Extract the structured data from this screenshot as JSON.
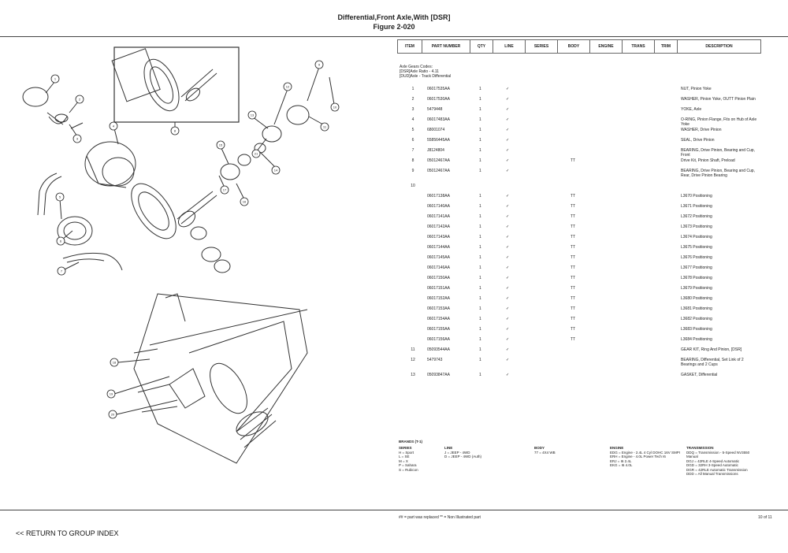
{
  "header": {
    "title_line1": "Differential,Front Axle,With [DSR]",
    "title_line2": "Figure 2-020"
  },
  "table": {
    "columns": [
      "ITEM",
      "PART NUMBER",
      "QTY",
      "LINE",
      "SERIES",
      "BODY",
      "ENGINE",
      "TRANS",
      "TRIM",
      "DESCRIPTION"
    ],
    "intro": [
      "Axle Gears Codes:",
      "[DSR]Axle Ratio - 4.11",
      "[DUD]Axle - Track Differential"
    ],
    "rows": [
      {
        "item": "1",
        "pn": "06017535AA",
        "qty": "1",
        "line": "✓",
        "body": "",
        "desc": "NUT, Pinion Yoke"
      },
      {
        "item": "2",
        "pn": "06017530AA",
        "qty": "1",
        "line": "✓",
        "body": "",
        "desc": "WASHER, Pinion Yoke, OUTT Pinion Plain"
      },
      {
        "item": "3",
        "pn": "5479448",
        "qty": "1",
        "line": "✓",
        "body": "",
        "desc": "YOKE, Axle"
      },
      {
        "item": "4",
        "pn": "06017483AA",
        "qty": "1",
        "line": "✓",
        "body": "",
        "desc": "O-RING, Pinion Flange, Fits on Hub of Axle Yoke"
      },
      {
        "item": "5",
        "pn": "68001074",
        "qty": "1",
        "line": "✓",
        "body": "",
        "desc": "WASHER, Drive Pinion"
      },
      {
        "item": "6",
        "pn": "55856445AA",
        "qty": "1",
        "line": "✓",
        "body": "",
        "desc": "SEAL, Drive Pinion"
      },
      {
        "item": "7",
        "pn": "J8124804",
        "qty": "1",
        "line": "✓",
        "body": "",
        "desc": "BEARING, Drive Pinion, Bearing and Cup, Front"
      },
      {
        "item": "8",
        "pn": "05012467AA",
        "qty": "1",
        "line": "✓",
        "body": "TT",
        "desc": "Drive Kit, Pinion Shaft, Preload"
      },
      {
        "item": "9",
        "pn": "05012467AA",
        "qty": "1",
        "line": "✓",
        "body": "",
        "desc": "BEARING, Drive Pinion, Bearing and Cup, Rear, Drive Pinion Bearing"
      },
      {
        "item": "10",
        "pn": "",
        "qty": "",
        "line": "",
        "body": "",
        "desc": ""
      },
      {
        "item": "",
        "pn": "06017138AA",
        "qty": "1",
        "line": "✓",
        "body": "TT",
        "desc": "L3670 Positioning"
      },
      {
        "item": "",
        "pn": "06017140AA",
        "qty": "1",
        "line": "✓",
        "body": "TT",
        "desc": "L3671 Positioning"
      },
      {
        "item": "",
        "pn": "06017141AA",
        "qty": "1",
        "line": "✓",
        "body": "TT",
        "desc": "L3672 Positioning"
      },
      {
        "item": "",
        "pn": "06017142AA",
        "qty": "1",
        "line": "✓",
        "body": "TT",
        "desc": "L3673 Positioning"
      },
      {
        "item": "",
        "pn": "06017143AA",
        "qty": "1",
        "line": "✓",
        "body": "TT",
        "desc": "L3674 Positioning"
      },
      {
        "item": "",
        "pn": "06017144AA",
        "qty": "1",
        "line": "✓",
        "body": "TT",
        "desc": "L3675 Positioning"
      },
      {
        "item": "",
        "pn": "06017145AA",
        "qty": "1",
        "line": "✓",
        "body": "TT",
        "desc": "L3676 Positioning"
      },
      {
        "item": "",
        "pn": "06017146AA",
        "qty": "1",
        "line": "✓",
        "body": "TT",
        "desc": "L3677 Positioning"
      },
      {
        "item": "",
        "pn": "06017150AA",
        "qty": "1",
        "line": "✓",
        "body": "TT",
        "desc": "L3678 Positioning"
      },
      {
        "item": "",
        "pn": "06017151AA",
        "qty": "1",
        "line": "✓",
        "body": "TT",
        "desc": "L3679 Positioning"
      },
      {
        "item": "",
        "pn": "06017152AA",
        "qty": "1",
        "line": "✓",
        "body": "TT",
        "desc": "L3680 Positioning"
      },
      {
        "item": "",
        "pn": "06017153AA",
        "qty": "1",
        "line": "✓",
        "body": "TT",
        "desc": "L3681 Positioning"
      },
      {
        "item": "",
        "pn": "06017154AA",
        "qty": "1",
        "line": "✓",
        "body": "TT",
        "desc": "L3682 Positioning"
      },
      {
        "item": "",
        "pn": "06017155AA",
        "qty": "1",
        "line": "✓",
        "body": "TT",
        "desc": "L3683 Positioning"
      },
      {
        "item": "",
        "pn": "06017156AA",
        "qty": "1",
        "line": "✓",
        "body": "TT",
        "desc": "L3684 Positioning"
      },
      {
        "item": "11",
        "pn": "05093544AA",
        "qty": "1",
        "line": "✓",
        "body": "",
        "desc": "GEAR KIT, Ring And Pinion, [DSR]"
      },
      {
        "item": "12",
        "pn": "5479743",
        "qty": "1",
        "line": "✓",
        "body": "",
        "desc": "BEARING, Differential, Set Link of 2 Bearings and 2 Cups"
      },
      {
        "item": "13",
        "pn": "05093847AA",
        "qty": "1",
        "line": "✓",
        "body": "",
        "desc": "GASKET, Differential"
      }
    ]
  },
  "legend": {
    "header": "BRANDS (T-1)",
    "series": {
      "h": "SERIES",
      "lines": [
        "H = Sport",
        "L = SE",
        "M = X",
        "P = Sahara",
        "S = Rubicon"
      ]
    },
    "line": {
      "h": "LINE",
      "lines": [
        "J = JEEP - 4WD",
        "D = JEEP - 4WD (Auth)"
      ]
    },
    "body": {
      "h": "BODY",
      "lines": [
        "77 = 4X4 WB"
      ]
    },
    "engine": {
      "h": "ENGINE",
      "lines": [
        "EDG = Engine - 2.4L 4 Cyl DOHC 16V SMPI",
        "ERH = Engine - 4.0L Power Tech I6",
        "ERJ = I6 2.4L",
        "EKG = I6 4.0L"
      ]
    },
    "transmission": {
      "h": "TRANSMISSION",
      "lines": [
        "DDQ = Transmission - 5-Speed NV3550 Manual",
        "DGJ = 42RLE 4-Speed Automatic",
        "DGD = 32RH 3-Speed Automatic",
        "DGR = 42RLE Automatic Transmission",
        "DDD = All Manual Transmissions"
      ]
    }
  },
  "footer": {
    "footnote": "## = part was replaced    ** = Non Illustrated part",
    "page": "10 of 11",
    "return_link": "<< RETURN TO GROUP INDEX"
  },
  "diagram": {
    "callouts": [
      "1",
      "2",
      "3",
      "4",
      "5",
      "6",
      "7",
      "8",
      "9",
      "10",
      "11",
      "12",
      "13",
      "14",
      "15",
      "16",
      "17",
      "18",
      "19",
      "20",
      "21"
    ]
  }
}
